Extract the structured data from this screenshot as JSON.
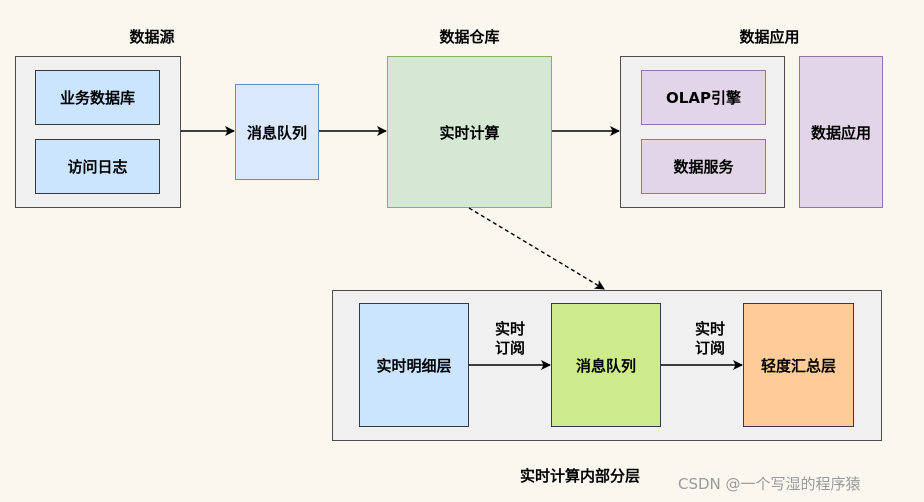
{
  "headings": {
    "source": "数据源",
    "warehouse": "数据仓库",
    "application": "数据应用",
    "inner_layer": "实时计算内部分层"
  },
  "source": {
    "business_db": "业务数据库",
    "access_log": "访问日志"
  },
  "message_queue": "消息队列",
  "realtime_compute": "实时计算",
  "application": {
    "olap_engine": "OLAP引擎",
    "data_service": "数据服务",
    "data_app": "数据应用"
  },
  "inner": {
    "detail_layer": "实时明细层",
    "message_queue": "消息队列",
    "summary_layer": "轻度汇总层",
    "subscribe_1": [
      "实时",
      "订阅"
    ],
    "subscribe_2": [
      "实时",
      "订阅"
    ]
  },
  "watermark": "CSDN @一个写湿的程序猿"
}
